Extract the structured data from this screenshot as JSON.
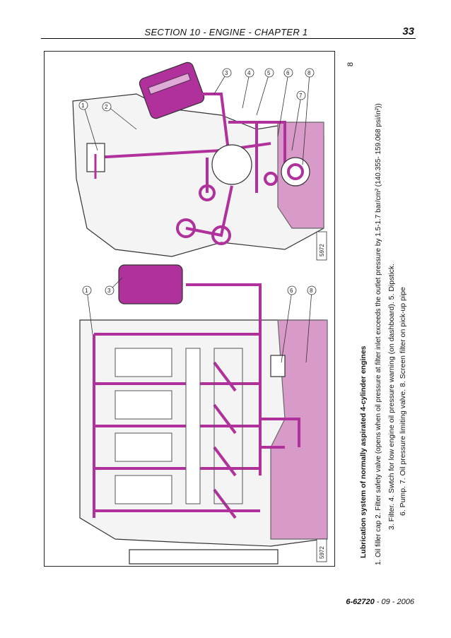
{
  "header": {
    "section_title": "SECTION 10 - ENGINE - CHAPTER 1",
    "page_number": "33"
  },
  "figure": {
    "number": "8",
    "top_view_code": "5972",
    "bottom_view_code": "5972",
    "callouts_top": [
      "1",
      "2",
      "3",
      "4",
      "5",
      "6",
      "7",
      "8"
    ],
    "callouts_bottom": [
      "1",
      "3",
      "6",
      "8"
    ]
  },
  "caption": {
    "title": "Lubrication system of normally aspirated 4-cylinder engines",
    "line1": "1. Oil filler cap 2. Filter safety valve (opens when oil pressure at filter inlet exceeds the outlet pressure by 1.5-1.7 bar/cm² (140.355- 159.068 psi/in²))",
    "line2": "3. Filter. 4. Swtch for low engine oil pressure warning (on dashboard). 5. Dipstick.",
    "line3": "6. Pump. 7. Oil pressure limiting valve. 8. Screen filter on pick-up pipe"
  },
  "footer": {
    "doc_code": "6-62720",
    "date": "- 09 - 2006"
  },
  "colors": {
    "oil": "#b0309c",
    "sump": "#d89ac8",
    "line": "#333333"
  }
}
